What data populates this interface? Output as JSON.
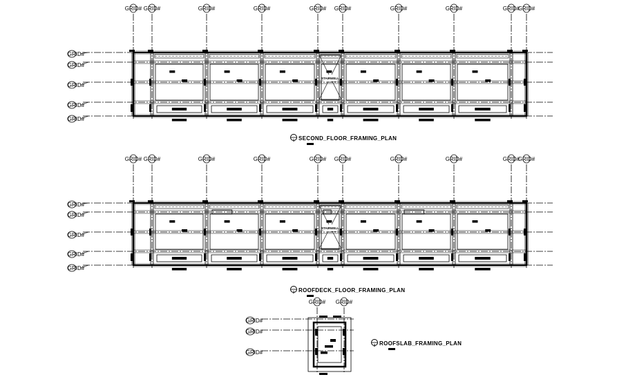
{
  "grid_label": "GRID#",
  "stair_label": "STAIRWELL",
  "plans": [
    {
      "number": "1",
      "title": "SECOND_FLOOR_FRAMING_PLAN"
    },
    {
      "number": "2",
      "title": "ROOFDECK_FLOOR_FRAMING_PLAN"
    },
    {
      "number": "3",
      "title": "ROOFSLAB_FRAMING_PLAN"
    }
  ],
  "colors": {
    "line": "#000000",
    "background": "#ffffff"
  }
}
